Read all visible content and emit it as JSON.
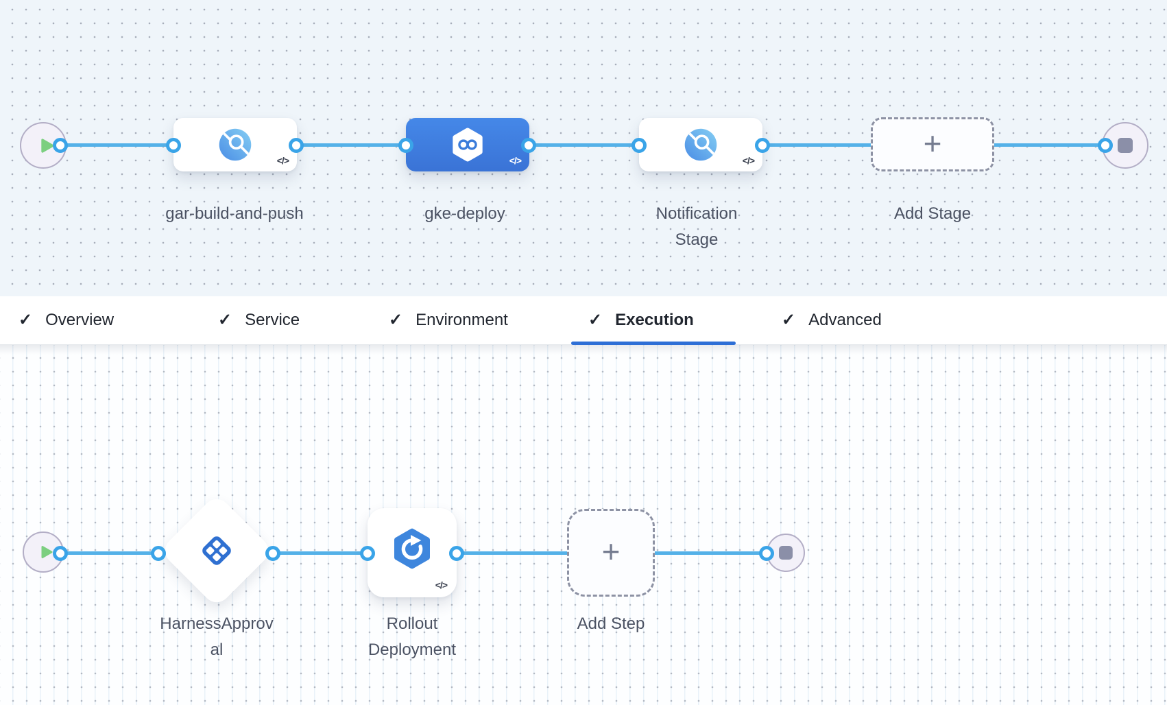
{
  "colors": {
    "top_canvas_bg": "#eff5fa",
    "bottom_canvas_bg": "#fdfeff",
    "connector_blue": "#54b1e8",
    "port_ring_blue": "#3aa4e8",
    "selected_stage_blue": "#3f7ddf",
    "active_tab_underline": "#2e6fd6",
    "label_text": "#4b5263",
    "start_play_green": "#7ccf80",
    "end_stop_gray": "#8b8fa8"
  },
  "glyphs": {
    "check": "✓",
    "plus": "+",
    "yaml": "</>"
  },
  "stage_pipeline": {
    "start_node": {
      "icon": "play-icon"
    },
    "end_node": {
      "icon": "stop-icon"
    },
    "stages": [
      {
        "label": "gar-build-and-push",
        "icon": "registry-search-icon",
        "selected": false
      },
      {
        "label": "gke-deploy",
        "icon": "cd-infinity-icon",
        "selected": true
      },
      {
        "label": "Notification Stage",
        "icon": "registry-search-icon",
        "selected": false
      }
    ],
    "add_stage_label": "Add Stage"
  },
  "tabs": [
    {
      "label": "Overview",
      "checked": true,
      "active": false
    },
    {
      "label": "Service",
      "checked": true,
      "active": false
    },
    {
      "label": "Environment",
      "checked": true,
      "active": false
    },
    {
      "label": "Execution",
      "checked": true,
      "active": true
    },
    {
      "label": "Advanced",
      "checked": true,
      "active": false
    }
  ],
  "execution_flow": {
    "start_node": {
      "icon": "play-icon"
    },
    "end_node": {
      "icon": "stop-icon"
    },
    "steps": [
      {
        "label": "HarnessApproval",
        "icon": "approval-checker-icon",
        "shape": "diamond"
      },
      {
        "label": "Rollout Deployment",
        "icon": "rollout-hexagon-icon",
        "shape": "card"
      }
    ],
    "add_step_label": "Add Step"
  }
}
